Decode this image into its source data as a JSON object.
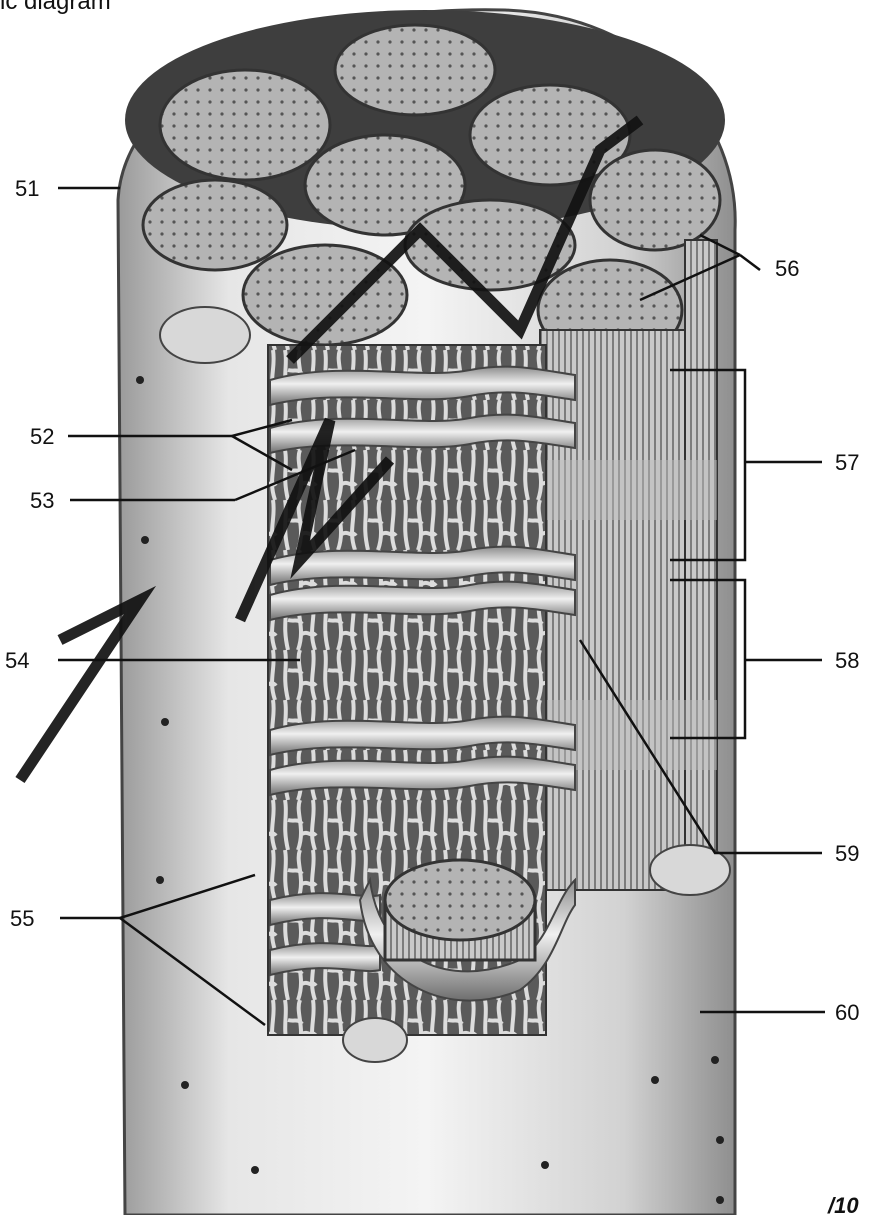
{
  "header": {
    "caption_fragment": "ic diagram"
  },
  "labels": [
    {
      "id": "51",
      "text": "51"
    },
    {
      "id": "52",
      "text": "52"
    },
    {
      "id": "53",
      "text": "53"
    },
    {
      "id": "54",
      "text": "54"
    },
    {
      "id": "55",
      "text": "55"
    },
    {
      "id": "56",
      "text": "56"
    },
    {
      "id": "57",
      "text": "57"
    },
    {
      "id": "58",
      "text": "58"
    },
    {
      "id": "59",
      "text": "59"
    },
    {
      "id": "60",
      "text": "60"
    }
  ],
  "footer": {
    "page_fragment": "/10"
  }
}
